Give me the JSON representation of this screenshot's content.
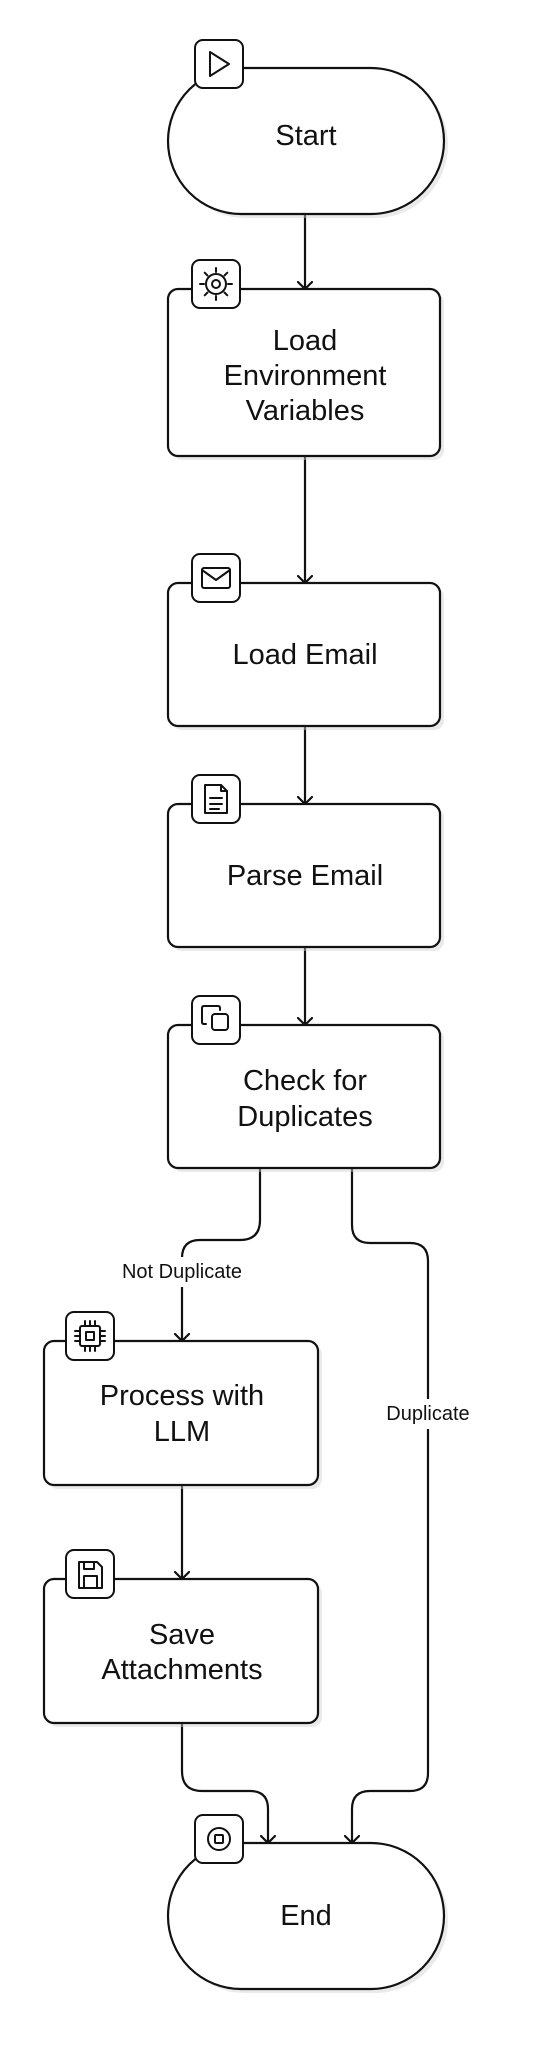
{
  "nodes": {
    "start": {
      "lines": [
        "Start"
      ],
      "icon": "play-icon"
    },
    "load_env": {
      "lines": [
        "Load",
        "Environment",
        "Variables"
      ],
      "icon": "gear-icon"
    },
    "load_email": {
      "lines": [
        "Load Email"
      ],
      "icon": "mail-icon"
    },
    "parse_email": {
      "lines": [
        "Parse Email"
      ],
      "icon": "document-icon"
    },
    "check_duplicates": {
      "lines": [
        "Check for",
        "Duplicates"
      ],
      "icon": "copy-icon"
    },
    "process_llm": {
      "lines": [
        "Process with",
        "LLM"
      ],
      "icon": "cpu-icon"
    },
    "save_attachments": {
      "lines": [
        "Save",
        "Attachments"
      ],
      "icon": "save-icon"
    },
    "end": {
      "lines": [
        "End"
      ],
      "icon": "stop-icon"
    }
  },
  "edges": {
    "not_duplicate": {
      "label": "Not Duplicate"
    },
    "duplicate": {
      "label": "Duplicate"
    }
  }
}
